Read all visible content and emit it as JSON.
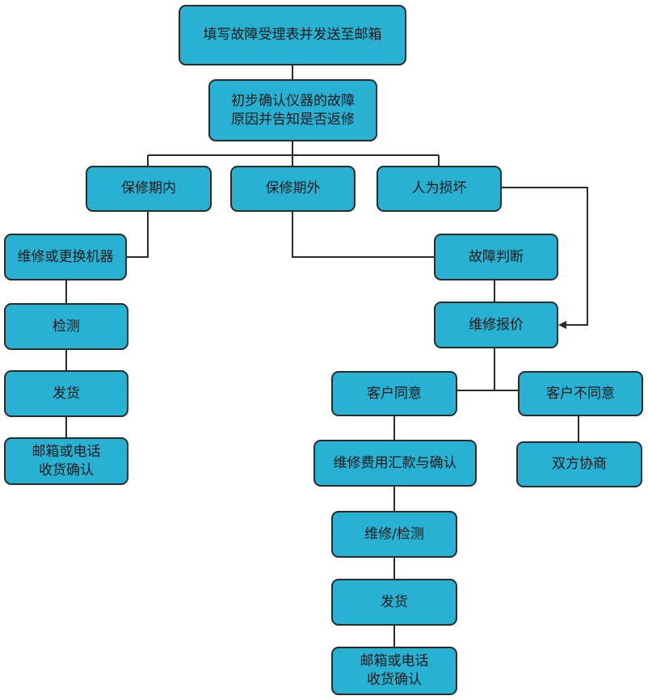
{
  "colors": {
    "node_fill": "#27b1d2",
    "node_border": "#2b2b2b",
    "connector": "#2b2b2b",
    "background": "#ffffff"
  },
  "nodes": {
    "fill_form": "填写故障受理表并发送至邮箱",
    "confirm_cause": "初步确认仪器的故障\n原因并告知是否返修",
    "in_warranty": "保修期内",
    "out_warranty": "保修期外",
    "human_damage": "人为损坏",
    "repair_replace": "维修或更换机器",
    "left_inspect": "检测",
    "left_ship": "发货",
    "left_confirm": "邮箱或电话\n收货确认",
    "fault_judge": "故障判断",
    "repair_quote": "维修报价",
    "customer_agree": "客户同意",
    "customer_disagree": "客户不同意",
    "payment_confirm": "维修费用汇款与确认",
    "mutual_negotiate": "双方协商",
    "repair_inspect": "维修/检测",
    "right_ship": "发货",
    "right_confirm": "邮箱或电话\n收货确认"
  }
}
